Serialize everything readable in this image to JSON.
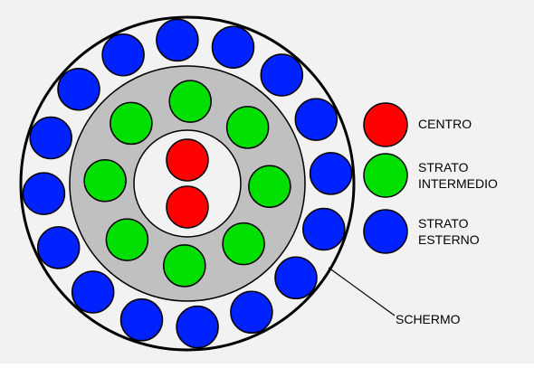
{
  "colors": {
    "background": "#f2f2f2",
    "outer_fill": "#f2f2f2",
    "middle_ring": "#c0c0c0",
    "inner_core": "#f2f2f2",
    "outline": "#000000",
    "centro": "#ff0000",
    "intermedio": "#00e000",
    "esterno": "#0022ff"
  },
  "legend": [
    {
      "key": "centro",
      "line1": "CENTRO",
      "line2": ""
    },
    {
      "key": "intermedio",
      "line1": "STRATO",
      "line2": "INTERMEDIO"
    },
    {
      "key": "esterno",
      "line1": "STRATO",
      "line2": "ESTERNO"
    }
  ],
  "callout_label": "SCHERMO",
  "layers": [
    {
      "key": "centro",
      "count": 2
    },
    {
      "key": "intermedio",
      "count": 8
    },
    {
      "key": "esterno",
      "count": 16
    }
  ]
}
